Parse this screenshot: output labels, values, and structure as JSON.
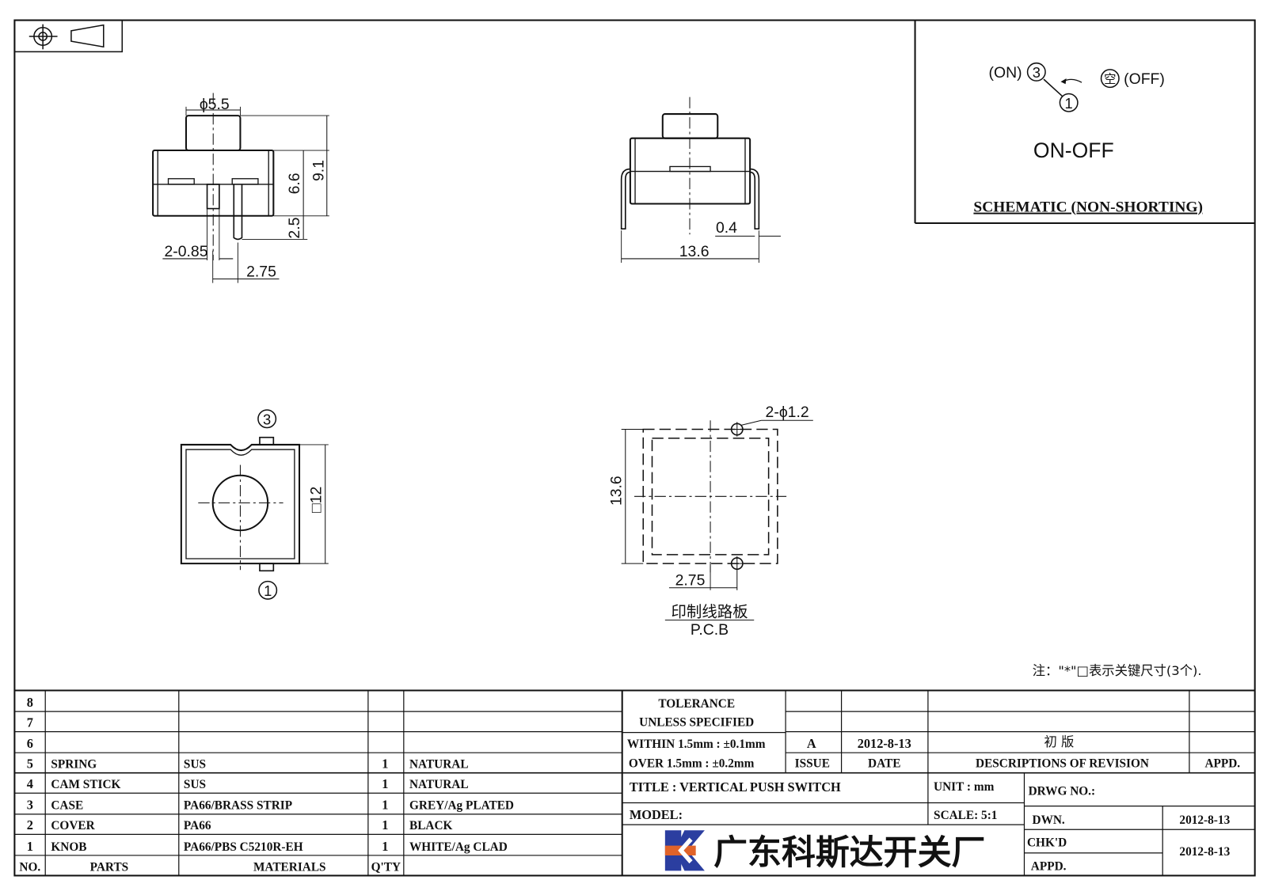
{
  "schematic": {
    "on_label": "(ON)",
    "off_label": "(OFF)",
    "pin_on": "3",
    "pin_common": "1",
    "pin_empty_char": "空",
    "mode": "ON-OFF",
    "title": "SCHEMATIC (NON-SHORTING)"
  },
  "front_view": {
    "dia": "ϕ5.5",
    "h_body": "6.6",
    "h_total": "9.1",
    "pin_len": "2.5",
    "pin_w": "2-0.85",
    "pin_pitch": "2.75"
  },
  "side_view": {
    "thickness": "0.4",
    "width": "13.6"
  },
  "top_view": {
    "pin3": "3",
    "pin1": "1",
    "size": "□12"
  },
  "pcb_view": {
    "holes": "2-ϕ1.2",
    "height": "13.6",
    "offset": "2.75",
    "label_cn": "印制线路板",
    "label_en": "P.C.B"
  },
  "note": "注：\"*\"□表示关键尺寸(3个).",
  "parts_table": {
    "headers": {
      "no": "NO.",
      "parts": "PARTS",
      "materials": "MATERIALS",
      "qty": "Q'TY"
    },
    "rows": [
      {
        "no": "8",
        "part": "",
        "material": "",
        "qty": "",
        "finish": ""
      },
      {
        "no": "7",
        "part": "",
        "material": "",
        "qty": "",
        "finish": ""
      },
      {
        "no": "6",
        "part": "",
        "material": "",
        "qty": "",
        "finish": ""
      },
      {
        "no": "5",
        "part": "SPRING",
        "material": "SUS",
        "qty": "1",
        "finish": "NATURAL"
      },
      {
        "no": "4",
        "part": "CAM STICK",
        "material": "SUS",
        "qty": "1",
        "finish": "NATURAL"
      },
      {
        "no": "3",
        "part": "CASE",
        "material": "PA66/BRASS STRIP",
        "qty": "1",
        "finish": "GREY/Ag PLATED"
      },
      {
        "no": "2",
        "part": "COVER",
        "material": "PA66",
        "qty": "1",
        "finish": "BLACK"
      },
      {
        "no": "1",
        "part": "KNOB",
        "material": "PA66/PBS C5210R-EH",
        "qty": "1",
        "finish": "WHITE/Ag CLAD"
      }
    ]
  },
  "title_block": {
    "tolerance_l1": "TOLERANCE",
    "tolerance_l2": "UNLESS  SPECIFIED",
    "tol_within": "WITHIN 1.5mm : ±0.1mm",
    "tol_over": "OVER 1.5mm : ±0.2mm",
    "issue_value": "A",
    "date_value": "2012-8-13",
    "revision_desc": "初  版",
    "issue_label": "ISSUE",
    "date_label": "DATE",
    "desc_label": "DESCRIPTIONS OF REVISION",
    "appd_label": "APPD.",
    "title": "TITLE :  VERTICAL PUSH SWITCH",
    "unit": "UNIT :  mm",
    "drwg_no": "DRWG NO.:",
    "model": "MODEL:",
    "scale": "SCALE:  5:1",
    "dwn_label": "DWN.",
    "dwn_date": "2012-8-13",
    "chkd_label": "CHK'D",
    "chkd_date": "2012-8-13",
    "appd_row_label": "APPD.",
    "company": "广东科斯达开关厂"
  }
}
